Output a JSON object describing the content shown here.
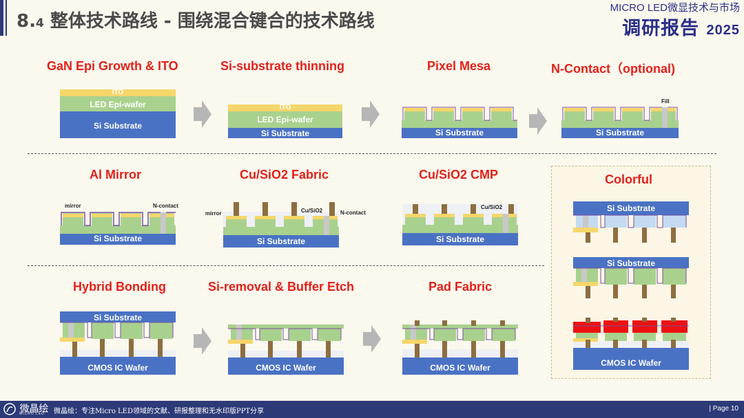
{
  "header": {
    "title_num": "8.",
    "title_sub": "4",
    "title_text": " 整体技术路线 - 围绕混合键合的技术路线",
    "badge_line1": "MICRO LED微显技术与市场",
    "badge_line2": "调研报告",
    "badge_year": "2025"
  },
  "steps": {
    "s1": "GaN Epi Growth & ITO",
    "s2": "Si-substrate thinning",
    "s3": "Pixel Mesa",
    "s4": "N-Contact（optional)",
    "s5": "Al Mirror",
    "s6": "Cu/SiO2 Fabric",
    "s7": "Cu/SiO2 CMP",
    "s8": "Colorful",
    "s9": "Hybrid Bonding",
    "s10": "Si-removal & Buffer Etch",
    "s11": "Pad Fabric"
  },
  "labels": {
    "ito": "ITO",
    "epi": "LED Epi-wafer",
    "si": "Si Substrate",
    "cmos": "CMOS IC Wafer",
    "fill": "Fill",
    "mirror": "mirror",
    "ncontact": "N-contact",
    "cusio2": "Cu/SiO2"
  },
  "colors": {
    "title_red": "#e32119",
    "substrate_blue": "#4a72c4",
    "epi_green": "#a9d18e",
    "ito_yellow": "#f5d66a",
    "cu_brown": "#8d6e3f",
    "pad_red": "#ee1111",
    "footer_navy": "#2c3a78"
  },
  "footer": {
    "logo": "微晶绘",
    "logo_en": "MICRO LED",
    "text": "微晶绘：专注Micro LED领域的文献、研报整理和无水印版PPT分享",
    "page": "| Page 10"
  }
}
